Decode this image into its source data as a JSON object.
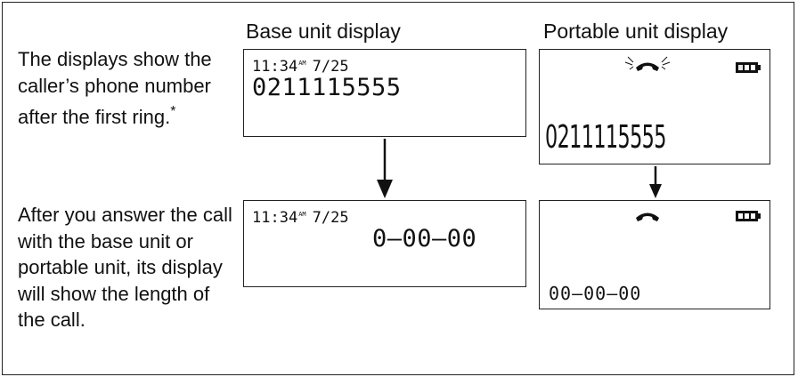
{
  "headers": {
    "base": "Base unit display",
    "portable": "Portable unit display"
  },
  "rows": [
    {
      "description": "The displays show the caller’s phone number after the first ring.",
      "footnote_mark": "*",
      "base_clock": "11:34",
      "base_ampm": "AM",
      "base_date": "7/25",
      "base_main": "0211115555",
      "portable_main": "0211115555",
      "portable_icons": [
        "handset-ringing-icon",
        "battery-full-icon"
      ]
    },
    {
      "description": "After you answer the call with the base unit or portable unit, its display will show the length of the call.",
      "base_clock": "11:34",
      "base_ampm": "AM",
      "base_date": "7/25",
      "base_main": "0–00–00",
      "portable_main": "00–00–00",
      "portable_icons": [
        "handset-icon",
        "battery-full-icon"
      ]
    }
  ]
}
